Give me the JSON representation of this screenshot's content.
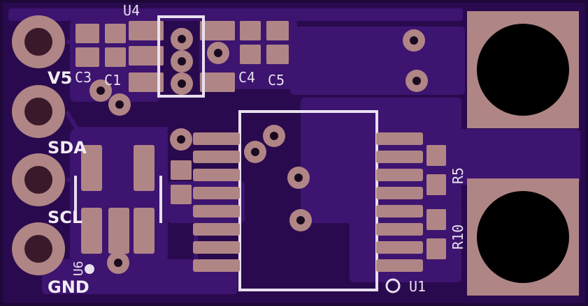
{
  "colors": {
    "board": "#2a0a4e",
    "edge": "#1e0839",
    "copper": "#3d1470",
    "pad": "#b08585",
    "silk": "#e8e0ee",
    "hole": "#000000"
  },
  "labels": {
    "u4": "U4",
    "c3": "C3",
    "c1": "C1",
    "c4": "C4",
    "c5": "C5",
    "r5": "R5",
    "r10": "R10",
    "u6": "U6",
    "u1": "U1",
    "v5": "V5",
    "sda": "SDA",
    "scl": "SCL",
    "gnd": "GND"
  }
}
